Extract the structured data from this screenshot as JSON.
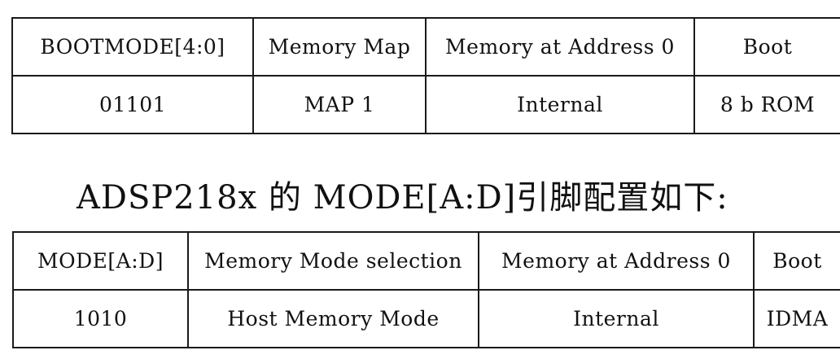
{
  "bootmode_table": {
    "headers": [
      "BOOTMODE[4:0]",
      "Memory Map",
      "Memory at Address 0",
      "Boot"
    ],
    "row": [
      "01101",
      "MAP 1",
      "Internal",
      "8 b ROM"
    ]
  },
  "caption": "ADSP218x 的 MODE[A:D]引脚配置如下:",
  "mode_table": {
    "headers": [
      "MODE[A:D]",
      "Memory Mode selection",
      "Memory at Address 0",
      "Boot"
    ],
    "row": [
      "1010",
      "Host Memory Mode",
      "Internal",
      "IDMA"
    ]
  }
}
